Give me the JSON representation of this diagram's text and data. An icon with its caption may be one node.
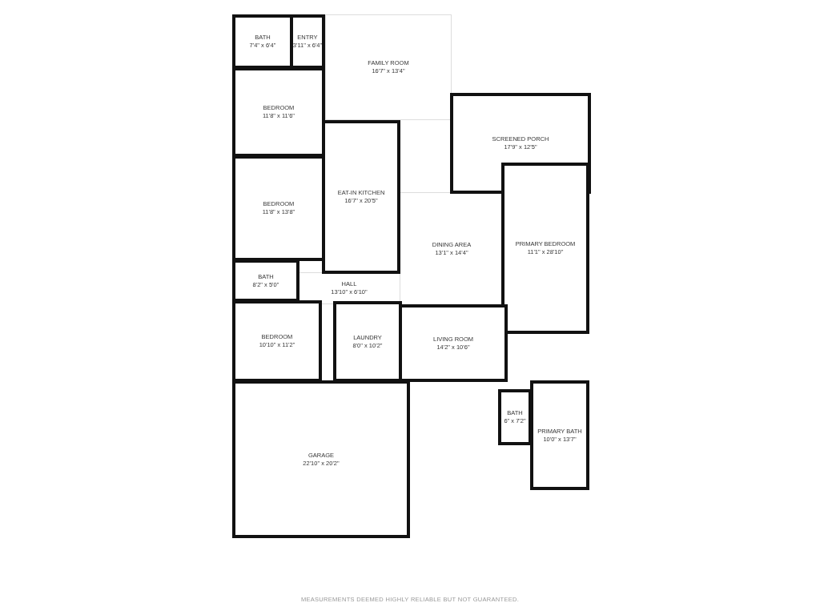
{
  "diagram": {
    "nodes": [
      {
        "text": [
          "BATH",
          "7'4\" x 6'4\""
        ]
      },
      {
        "text": [
          "ENTRY",
          "3'11\" x 6'4\""
        ]
      },
      {
        "text": [
          "FAMILY ROOM",
          "16'7\" x 13'4\""
        ]
      },
      {
        "text": [
          "BEDROOM",
          "11'8\" x 11'6\""
        ]
      },
      {
        "text": [
          "EAT-IN KITCHEN",
          "16'7\" x 20'5\""
        ]
      },
      {
        "text": [
          "SCREENED PORCH",
          "17'9\" x 12'5\""
        ]
      },
      {
        "text": [
          "BEDROOM",
          "11'8\" x 13'8\""
        ]
      },
      {
        "text": [
          "DINING AREA",
          "13'1\" x 14'4\""
        ]
      },
      {
        "text": [
          "PRIMARY BEDROOM",
          "11'1\" x 28'10\""
        ]
      },
      {
        "text": [
          "BATH",
          "8'2\" x 5'0\""
        ]
      },
      {
        "text": [
          "HALL",
          "13'10\" x 6'10\""
        ]
      },
      {
        "text": [
          "BEDROOM",
          "10'10\" x 11'2\""
        ]
      },
      {
        "text": [
          "LAUNDRY",
          "8'0\" x 10'2\""
        ]
      },
      {
        "text": [
          "LIVING ROOM",
          "14'2\" x 10'6\""
        ]
      },
      {
        "text": [
          "BATH",
          "6\" x 7'2\""
        ]
      },
      {
        "text": [
          "PRIMARY BATH",
          "10'0\" x 13'7\""
        ]
      },
      {
        "text": [
          "GARAGE",
          "22'10\" x 20'2\""
        ]
      }
    ],
    "labels": [
      "MEASUREMENTS DEEMED HIGHLY RELIABLE BUT NOT GUARANTEED."
    ]
  }
}
